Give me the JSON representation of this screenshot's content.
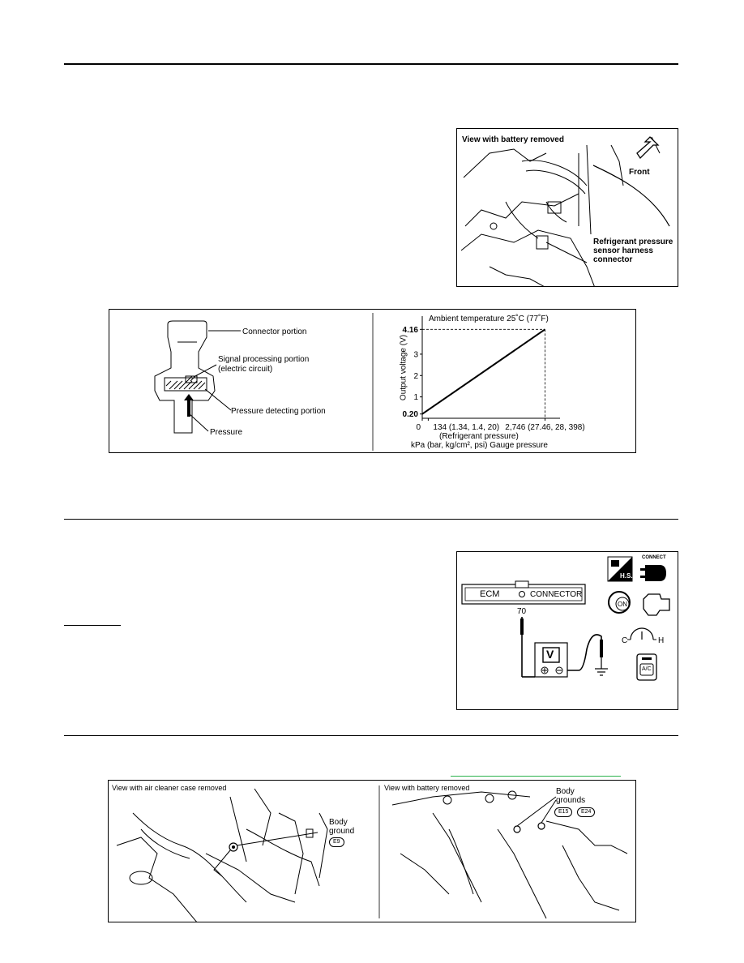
{
  "figure_battery": {
    "title": "View with battery removed",
    "front": "Front",
    "connector_label": [
      "Refrigerant pressure",
      "sensor harness",
      "connector"
    ]
  },
  "figure_sensor": {
    "connector_portion": "Connector portion",
    "signal_processing": "Signal processing portion",
    "electric_circuit": "(electric circuit)",
    "pressure_detecting": "Pressure detecting portion",
    "pressure": "Pressure"
  },
  "chart_data": {
    "type": "line",
    "title": "Ambient temperature 25˚C (77˚F)",
    "ylabel": "Output voltage (V)",
    "xlabel_line1": "(Refrigerant pressure)",
    "xlabel_line2": "kPa (bar, kg/cm², psi) Gauge pressure",
    "x_ticks": [
      "0",
      "134 (1.34, 1.4, 20)",
      "2,746 (27.46, 28, 398)"
    ],
    "y_ticks": [
      "0.20",
      "1",
      "2",
      "3",
      "4.16"
    ],
    "xlim": [
      0,
      2900
    ],
    "ylim": [
      0,
      4.4
    ],
    "series": [
      {
        "x": [
          0,
          2746
        ],
        "y": [
          0.2,
          4.16
        ]
      }
    ]
  },
  "figure_ecm": {
    "ecm": "ECM",
    "connector": "CONNECTOR",
    "terminal": "70",
    "meter": "V",
    "connect": "CONNECT",
    "hs": "H.S.",
    "on": "ON",
    "c": "C",
    "h": "H",
    "ac": "A/C"
  },
  "figure_grounds": {
    "left_title": "View with air cleaner case removed",
    "left_label": [
      "Body",
      "ground"
    ],
    "left_tag": "E9",
    "right_title": "View with battery removed",
    "right_label": [
      "Body",
      "grounds"
    ],
    "right_tags": [
      "E15",
      "E24"
    ]
  }
}
